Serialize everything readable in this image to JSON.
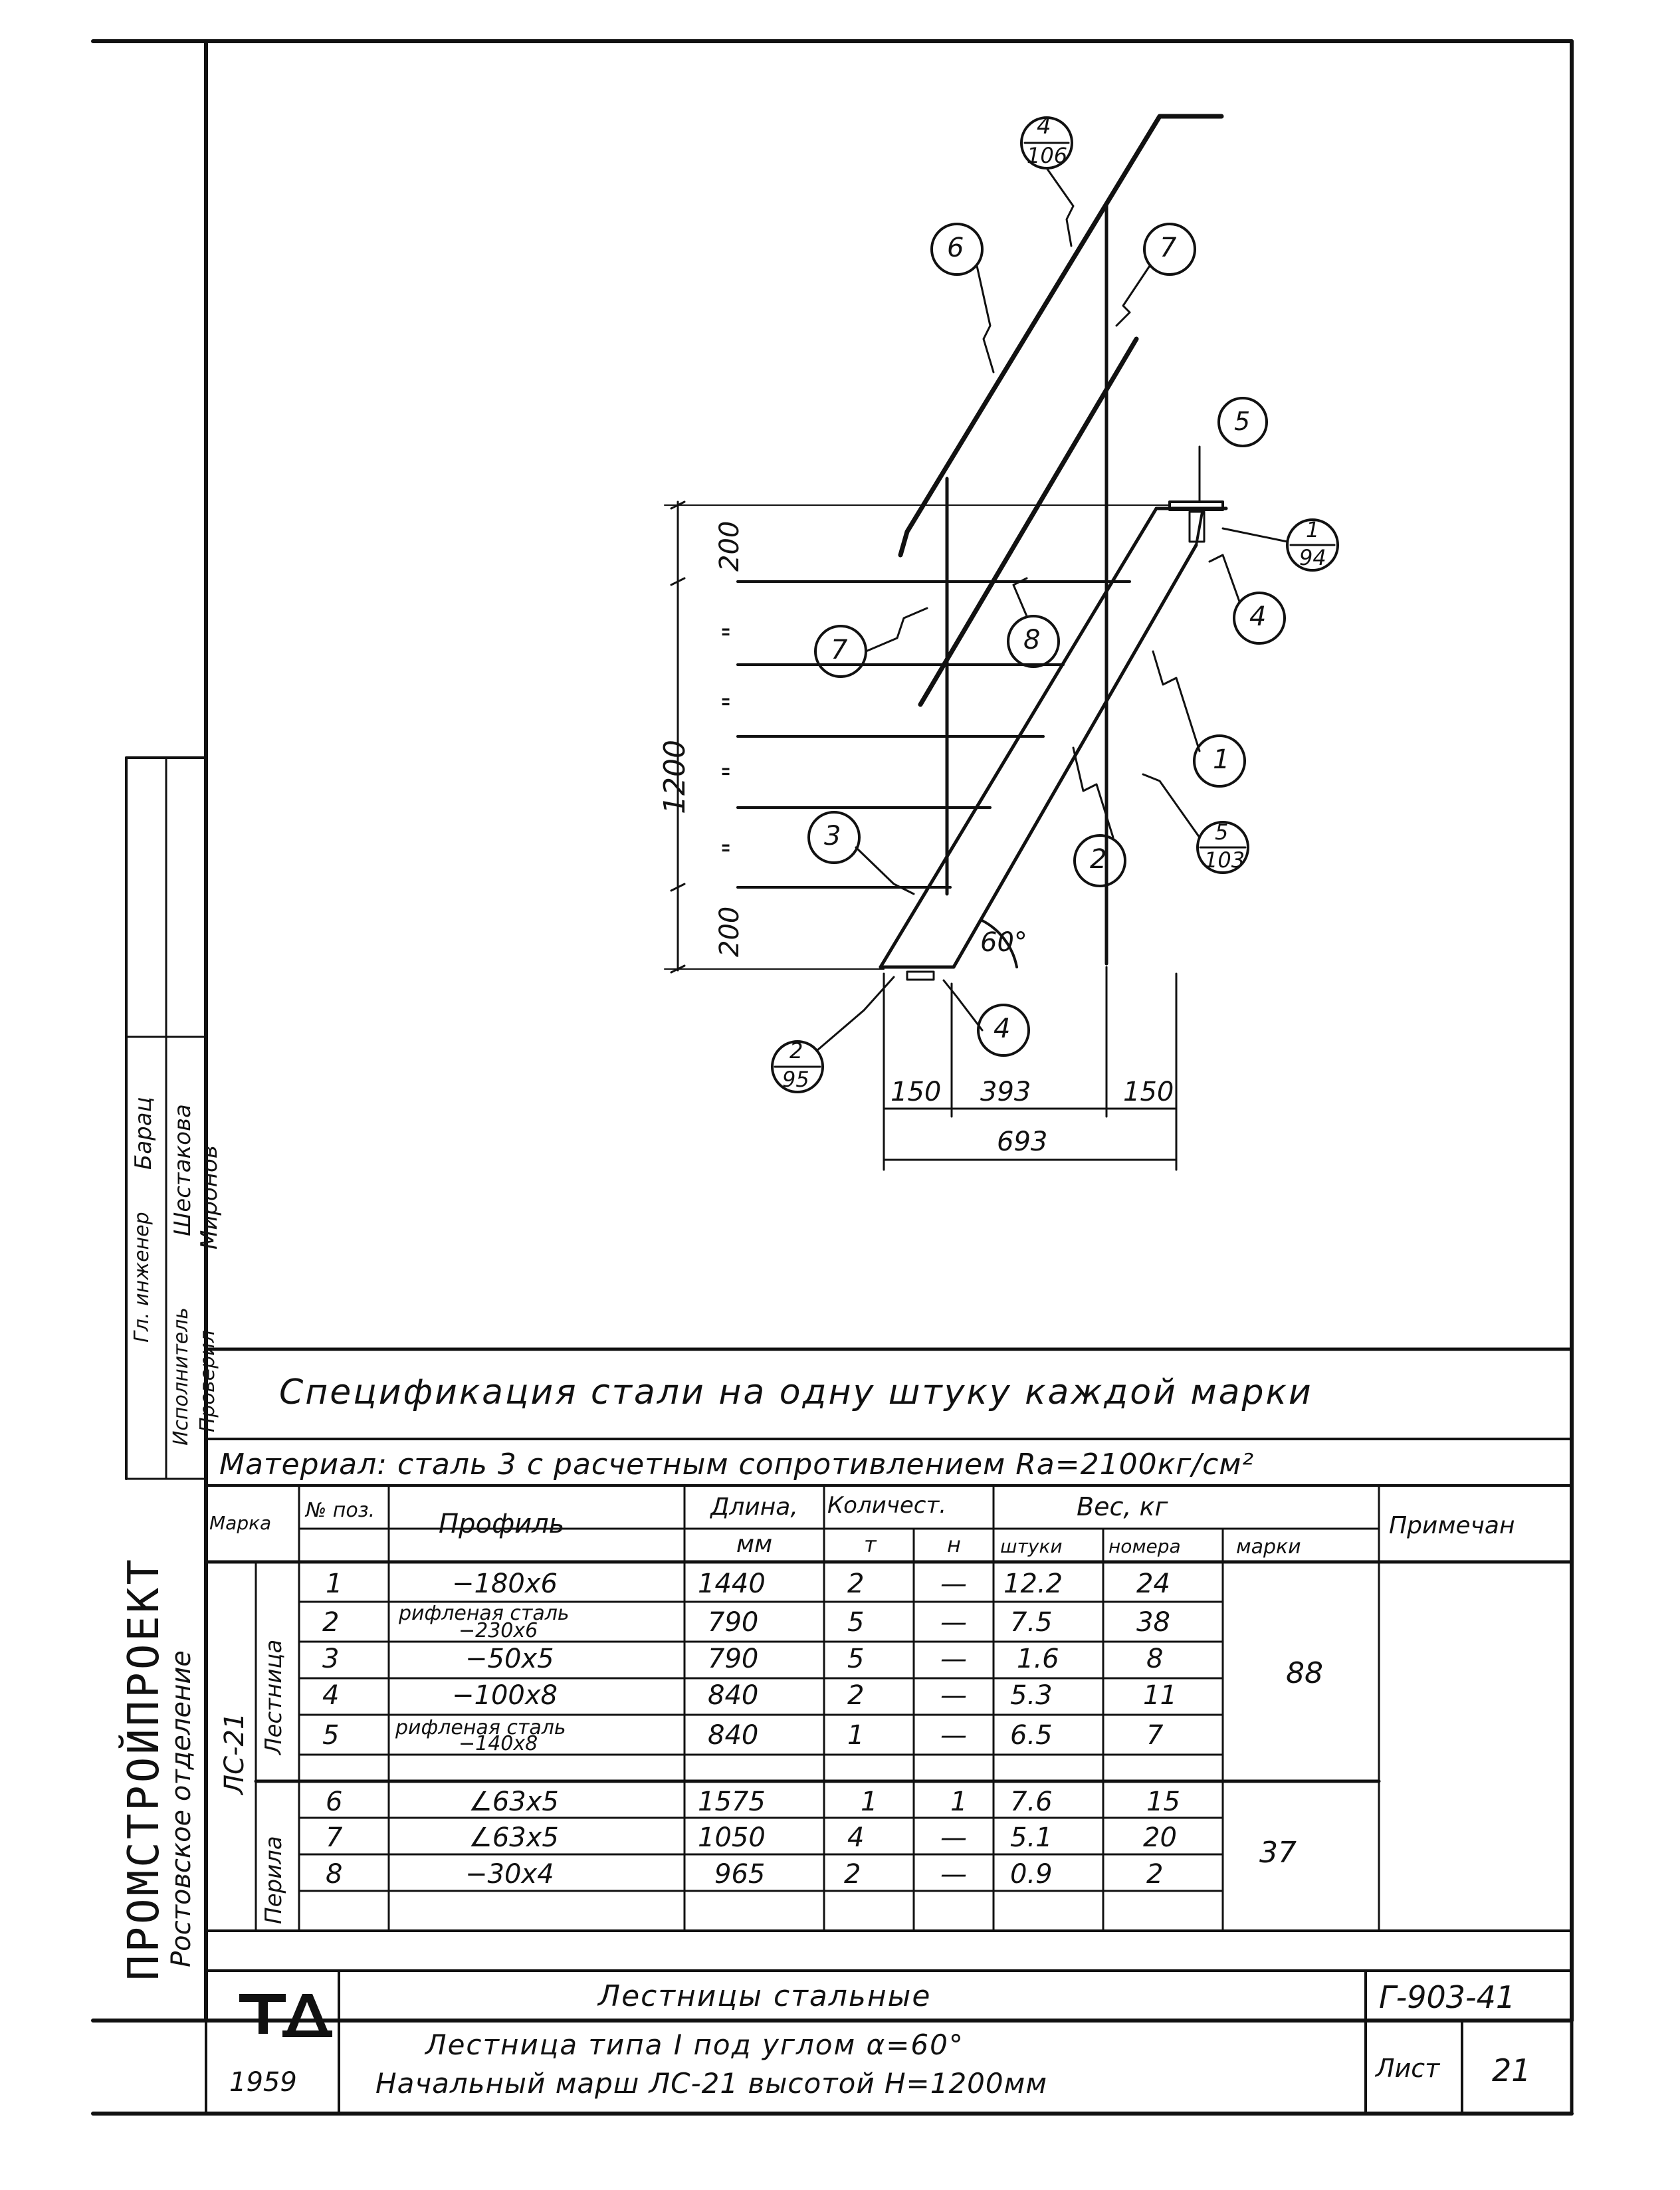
{
  "drawing": {
    "callouts": [
      "4/106",
      "6",
      "7",
      "5",
      "1/94",
      "4",
      "7",
      "8",
      "1",
      "3",
      "2",
      "5/103",
      "2/95",
      "4"
    ],
    "callout_labels": {
      "c4_106": {
        "top": "4",
        "bottom": "106"
      },
      "c6": "6",
      "c7a": "7",
      "c5": "5",
      "c1_94": {
        "top": "1",
        "bottom": "94"
      },
      "c4a": "4",
      "c7b": "7",
      "c8": "8",
      "c1": "1",
      "c3": "3",
      "c2": "2",
      "c5_103": {
        "top": "5",
        "bottom": "103"
      },
      "c2_95": {
        "top": "2",
        "bottom": "95"
      },
      "c4b": "4"
    },
    "dims": {
      "h_total": "1200",
      "h_top": "200",
      "h_bottom": "200",
      "ditto": "\"",
      "angle": "60°",
      "w_left": "150",
      "w_mid": "393",
      "w_right": "150",
      "w_total": "693"
    }
  },
  "left_strip": {
    "org": "ПРОМСТРОЙПРОЕКТ",
    "branch": "Ростовское отделение",
    "roles": [
      "Гл. инженер",
      "Исполнитель",
      "Проверил"
    ],
    "names": [
      "Барац",
      "Шестакова",
      "Миронов"
    ]
  },
  "spec": {
    "title": "Спецификация стали на одну штуку каждой марки",
    "material": "Материал: сталь 3 с расчетным сопротивлением Rа=2100кг/см²",
    "headers": {
      "marka": "Марка",
      "pos": "№ поз.",
      "profile": "Профиль",
      "length": "Длина, мм",
      "qty": "Количест.",
      "qty_t": "т",
      "qty_n": "н",
      "weight": "Вес, кг",
      "w_piece": "штуки",
      "w_pos": "номера",
      "w_mark": "марки",
      "note": "Примечан"
    },
    "marka": "ЛС-21",
    "group1": "Лестница",
    "group2": "Перила",
    "rows": [
      {
        "pos": "1",
        "profile": "−180x6",
        "profile2": "",
        "length": "1440",
        "t": "2",
        "n": "—",
        "piece": "12.2",
        "posw": "24"
      },
      {
        "pos": "2",
        "profile": "рифленая сталь",
        "profile2": "−230x6",
        "length": "790",
        "t": "5",
        "n": "—",
        "piece": "7.5",
        "posw": "38"
      },
      {
        "pos": "3",
        "profile": "−50x5",
        "profile2": "",
        "length": "790",
        "t": "5",
        "n": "—",
        "piece": "1.6",
        "posw": "8"
      },
      {
        "pos": "4",
        "profile": "−100x8",
        "profile2": "",
        "length": "840",
        "t": "2",
        "n": "—",
        "piece": "5.3",
        "posw": "11"
      },
      {
        "pos": "5",
        "profile": "рифленая сталь",
        "profile2": "−140x8",
        "length": "840",
        "t": "1",
        "n": "—",
        "piece": "6.5",
        "posw": "7"
      },
      {
        "pos": "6",
        "profile": "∠63x5",
        "profile2": "",
        "length": "1575",
        "t": "1",
        "n": "1",
        "piece": "7.6",
        "posw": "15"
      },
      {
        "pos": "7",
        "profile": "∠63x5",
        "profile2": "",
        "length": "1050",
        "t": "4",
        "n": "—",
        "piece": "5.1",
        "posw": "20"
      },
      {
        "pos": "8",
        "profile": "−30x4",
        "profile2": "",
        "length": "965",
        "t": "2",
        "n": "—",
        "piece": "0.9",
        "posw": "2"
      }
    ],
    "mark_weight_1": "88",
    "mark_weight_2": "37"
  },
  "title_block": {
    "logo": "ТД",
    "year": "1959",
    "series_title": "Лестницы стальные",
    "desc1": "Лестница типа I под углом α=60°",
    "desc2": "Начальный марш ЛС-21 высотой Н=1200мм",
    "code": "Г-903-41",
    "sheet_label": "Лист",
    "sheet_no": "21"
  }
}
